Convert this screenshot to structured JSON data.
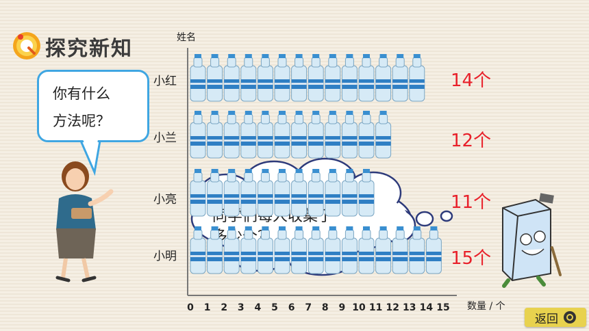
{
  "header": {
    "title": "探究新知"
  },
  "speech": {
    "line1": "你有什么",
    "line2": "方法呢？"
  },
  "thought": {
    "line1": "同学们每人收集了",
    "line2": "多少个？"
  },
  "back_button": {
    "label": "返回"
  },
  "colors": {
    "accent_red": "#e8202a",
    "speech_border": "#3fa6e2",
    "back_button": "#e8d24e"
  },
  "icons": {
    "logo": "q-logo-icon",
    "back": "back-icon"
  },
  "chart_data": {
    "type": "bar",
    "orientation": "horizontal",
    "ylabel": "姓名",
    "xlabel": "数量 / 个",
    "categories": [
      "小红",
      "小兰",
      "小亮",
      "小明"
    ],
    "values": [
      14,
      12,
      11,
      15
    ],
    "value_labels": [
      "14个",
      "12个",
      "11个",
      "15个"
    ],
    "xlim": [
      0,
      15
    ],
    "xticks": [
      0,
      1,
      2,
      3,
      4,
      5,
      6,
      7,
      8,
      9,
      10,
      11,
      12,
      13,
      14,
      15
    ],
    "mark": "water-bottle-icon"
  }
}
